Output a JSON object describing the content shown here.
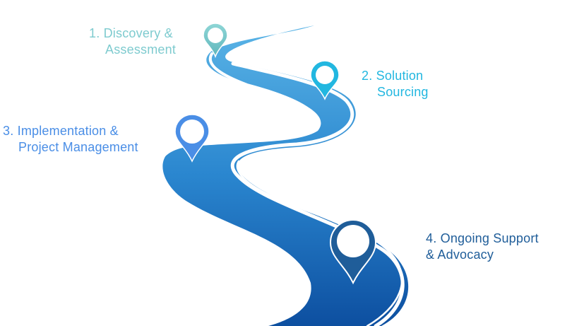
{
  "steps": [
    {
      "line1": "1. Discovery &",
      "line2": "Assessment",
      "color": "#7ecbcf"
    },
    {
      "line1": "2. Solution",
      "line2": "Sourcing",
      "color": "#22b7e0"
    },
    {
      "line1": "3. Implementation &",
      "line2": "Project Management",
      "color": "#4a8ee6"
    },
    {
      "line1": "4. Ongoing Support",
      "line2": "& Advocacy",
      "color": "#1f5d99"
    }
  ],
  "road": {
    "color_top": "#4aa8de",
    "color_bottom": "#0d4fa0",
    "stripe": "#ffffff"
  },
  "pin_icons": [
    "map-pin-icon",
    "map-pin-icon",
    "map-pin-icon",
    "map-pin-icon"
  ]
}
